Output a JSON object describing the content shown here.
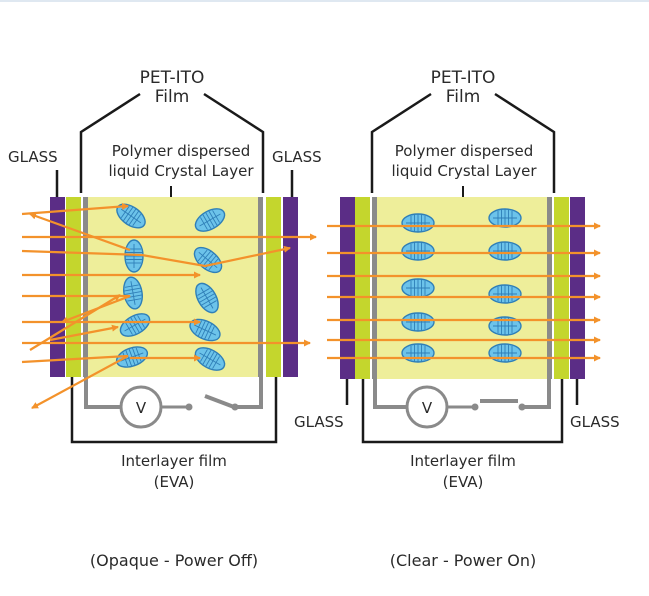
{
  "colors": {
    "glass": "#5b2d86",
    "pet_ito": "#c4d62d",
    "pdlc": "#eeee9a",
    "droplet": "#6cc3ea",
    "droplet_line": "#2f7fb8",
    "light_ray": "#f3922b",
    "wire": "#1a1a1a",
    "circuit": "#8a8a8a"
  },
  "left_panel": {
    "pet_ito_label_1": "PET-ITO",
    "pet_ito_label_2": "Film",
    "pdlc_label_1": "Polymer dispersed",
    "pdlc_label_2": "liquid Crystal Layer",
    "glass_left": "GLASS",
    "glass_right": "GLASS",
    "voltmeter": "V",
    "interlayer_1": "Interlayer film",
    "interlayer_2": "(EVA)",
    "caption": "(Opaque - Power Off)"
  },
  "right_panel": {
    "pet_ito_label_1": "PET-ITO",
    "pet_ito_label_2": "Film",
    "pdlc_label_1": "Polymer dispersed",
    "pdlc_label_2": "liquid Crystal Layer",
    "glass_left": "GLASS",
    "glass_right": "GLASS",
    "voltmeter": "V",
    "interlayer_1": "Interlayer film",
    "interlayer_2": "(EVA)",
    "caption": "(Clear - Power On)"
  }
}
